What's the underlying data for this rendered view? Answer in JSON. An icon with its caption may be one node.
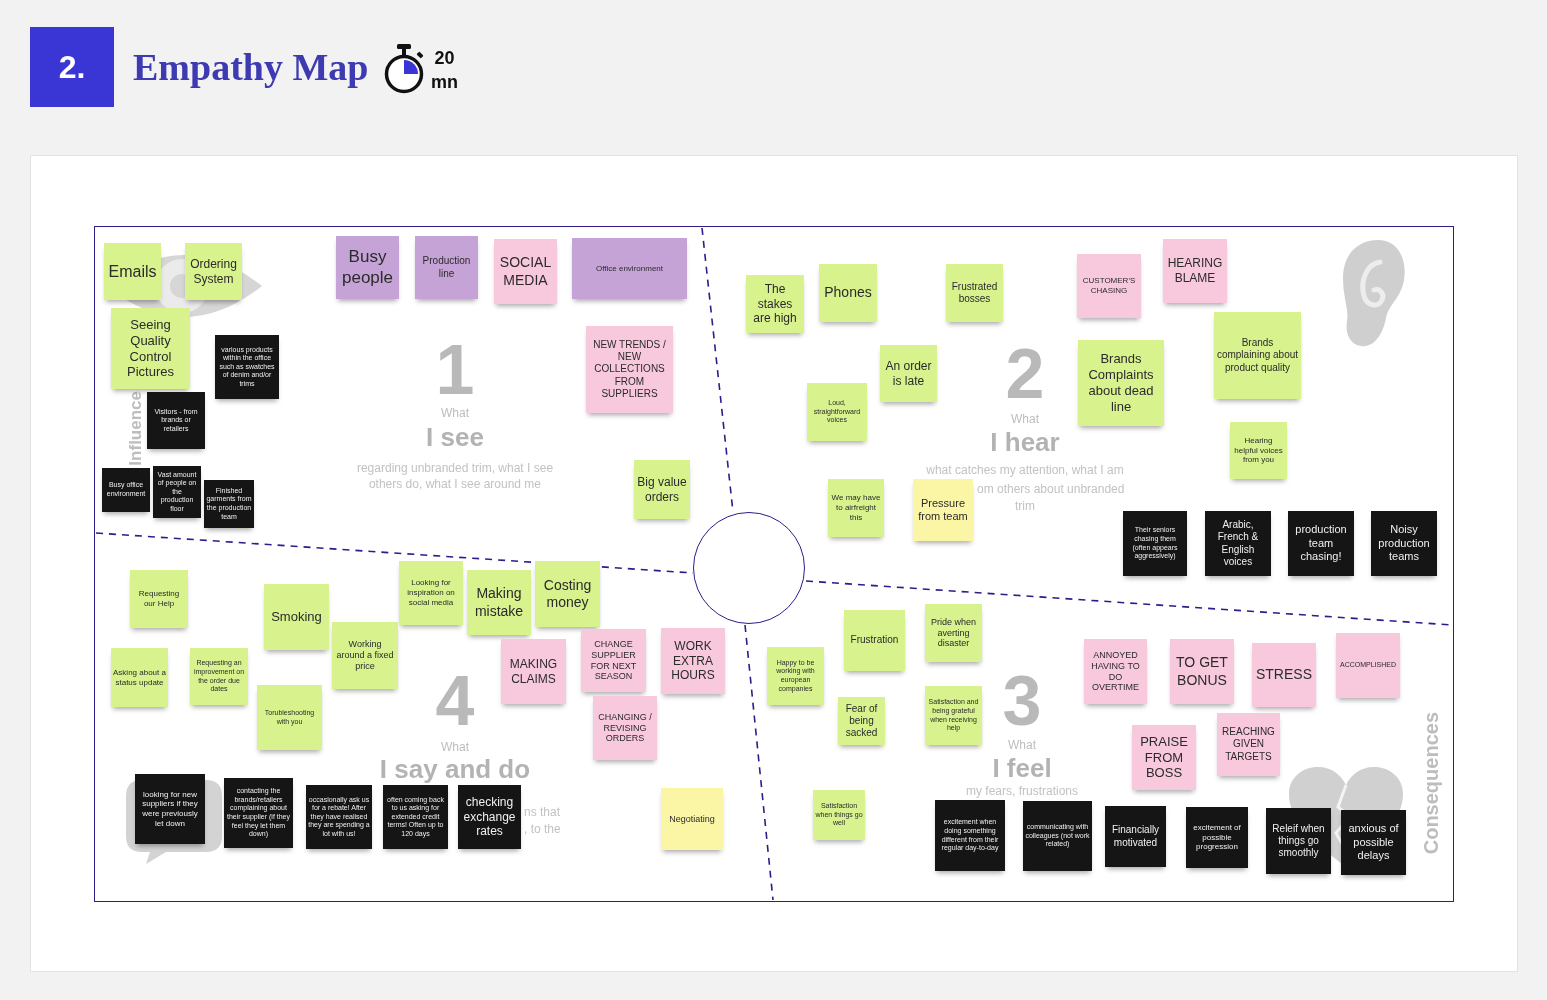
{
  "diagram": {
    "title": "Empathy Map",
    "nodes": [
      {
        "text": [
          "Emails"
        ]
      },
      {
        "text": [
          "Ordering System"
        ]
      },
      {
        "text": [
          "Seeing Quality Control Pictures"
        ]
      },
      {
        "text": [
          "various products within the office such as swatches of denim and/or trims"
        ]
      },
      {
        "text": [
          "Visitors - from brands or retailers"
        ]
      },
      {
        "text": [
          "Busy office environment"
        ]
      },
      {
        "text": [
          "Vast amount of people on the production floor"
        ]
      },
      {
        "text": [
          "Finished garments from the production team"
        ]
      },
      {
        "text": [
          "Busy people"
        ]
      },
      {
        "text": [
          "Production line"
        ]
      },
      {
        "text": [
          "SOCIAL MEDIA"
        ]
      },
      {
        "text": [
          "Office environment"
        ]
      },
      {
        "text": [
          "NEW TRENDS / NEW COLLECTIONS FROM SUPPLIERS"
        ]
      },
      {
        "text": [
          "Big value orders"
        ]
      },
      {
        "text": [
          "The stakes are high"
        ]
      },
      {
        "text": [
          "Phones"
        ]
      },
      {
        "text": [
          "Frustrated bosses"
        ]
      },
      {
        "text": [
          "CUSTOMER'S CHASING"
        ]
      },
      {
        "text": [
          "HEARING BLAME"
        ]
      },
      {
        "text": [
          "An order is late"
        ]
      },
      {
        "text": [
          "Loud, straightforward voices"
        ]
      },
      {
        "text": [
          "Brands Complaints about dead line"
        ]
      },
      {
        "text": [
          "Brands complaining about product quality"
        ]
      },
      {
        "text": [
          "Hearing helpful voices from you"
        ]
      },
      {
        "text": [
          "We may have to airfreight this"
        ]
      },
      {
        "text": [
          "Pressure from team"
        ]
      },
      {
        "text": [
          "Their seniors chasing them (often appears aggressively)"
        ]
      },
      {
        "text": [
          "Arabic, French & English voices"
        ]
      },
      {
        "text": [
          "production team chasing!"
        ]
      },
      {
        "text": [
          "Noisy production teams"
        ]
      },
      {
        "text": [
          "Requesting our Help"
        ]
      },
      {
        "text": [
          "Smoking"
        ]
      },
      {
        "text": [
          "Looking for inspiration on social media"
        ]
      },
      {
        "text": [
          "Making mistake"
        ]
      },
      {
        "text": [
          "Costing money"
        ]
      },
      {
        "text": [
          "Asking about a status update"
        ]
      },
      {
        "text": [
          "Requesting an improvement on the order due dates"
        ]
      },
      {
        "text": [
          "Working around a fixed price"
        ]
      },
      {
        "text": [
          "Torubleshooting with you"
        ]
      },
      {
        "text": [
          "MAKING CLAIMS"
        ]
      },
      {
        "text": [
          "CHANGE SUPPLIER FOR NEXT SEASON"
        ]
      },
      {
        "text": [
          "WORK EXTRA HOURS"
        ]
      },
      {
        "text": [
          "CHANGING / REVISING ORDERS"
        ]
      },
      {
        "text": [
          "looking for new suppliers if they were previously let down"
        ]
      },
      {
        "text": [
          "contacting the brands/retailers complaining about their supplier (if they feel they let them down)"
        ]
      },
      {
        "text": [
          "occasionally ask us for a rebate! After they have realised they are spending a lot with us!"
        ]
      },
      {
        "text": [
          "often coming back to us asking for extended credit terms! Often up to 120 days"
        ]
      },
      {
        "text": [
          "checking exchange rates"
        ]
      },
      {
        "text": [
          "Negotiating"
        ]
      },
      {
        "text": [
          "Happy to be working with european companies"
        ]
      },
      {
        "text": [
          "Frustration"
        ]
      },
      {
        "text": [
          "Pride when averting disaster"
        ]
      },
      {
        "text": [
          "Fear of being sacked"
        ]
      },
      {
        "text": [
          "Satisfaction and being grateful when receiving help"
        ]
      },
      {
        "text": [
          "Satisfaction when things go well"
        ]
      },
      {
        "text": [
          "ANNOYED HAVING TO DO OVERTIME"
        ]
      },
      {
        "text": [
          "TO GET BONUS"
        ]
      },
      {
        "text": [
          "STRESS"
        ]
      },
      {
        "text": [
          "ACCOMPLISHED"
        ]
      },
      {
        "text": [
          "PRAISE FROM BOSS"
        ]
      },
      {
        "text": [
          "REACHING GIVEN TARGETS"
        ]
      },
      {
        "text": [
          "excitement when doing something different from their regular day-to-day"
        ]
      },
      {
        "text": [
          "communicating with colleagues (not work related)"
        ]
      },
      {
        "text": [
          "Financially motivated"
        ]
      },
      {
        "text": [
          "excitement of possible progression"
        ]
      },
      {
        "text": [
          "Releif when things go smoothly"
        ]
      },
      {
        "text": [
          "anxious of possible delays"
        ]
      },
      {
        "text": [],
        "shape": "circle"
      }
    ],
    "labels": [
      "2.",
      "20 mn",
      "1",
      "What",
      "I see",
      "regarding unbranded trim, what I see others do, what I see around me",
      "Influence",
      "2",
      "What",
      "I hear",
      "what catches my attention, what I am",
      "om others about unbranded",
      "trim",
      "4",
      "What",
      "I say and do",
      "ns that",
      ", to the",
      "3",
      "What",
      "I feel",
      "my fears, frustrations",
      "Consequences"
    ]
  }
}
